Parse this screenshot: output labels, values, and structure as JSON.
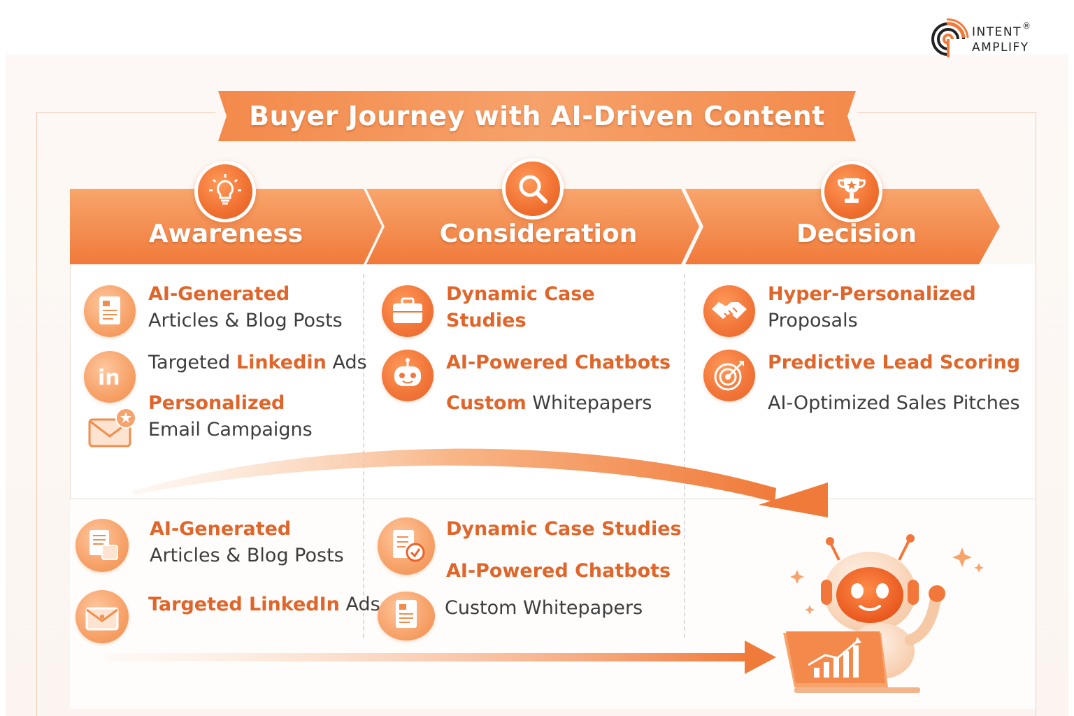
{
  "brand": {
    "line1": "INTENT",
    "line2": "AMPLIFY",
    "reg": "®"
  },
  "title": "Buyer Journey with AI-Driven Content",
  "stages": [
    {
      "label": "Awareness",
      "icon": "lightbulb-icon"
    },
    {
      "label": "Consideration",
      "icon": "magnifier-icon"
    },
    {
      "label": "Decision",
      "icon": "trophy-icon"
    }
  ],
  "top_items": {
    "awareness": [
      {
        "icon": "document-icon",
        "hl": "AI-Generated",
        "text": "Articles & Blog Posts"
      },
      {
        "icon": "linkedin-icon",
        "pre": "Targeted ",
        "hl": "Linkedin",
        "post": " Ads"
      },
      {
        "icon": "email-icon",
        "hl": "Personalized",
        "text": "Email Campaigns"
      }
    ],
    "consideration": [
      {
        "icon": "briefcase-icon",
        "hl1": "Dynamic Case",
        "hl2": "Studies"
      },
      {
        "icon": "chatbot-icon",
        "hl": "AI-Powered Chatbots"
      },
      {
        "hl": "Custom",
        "post": " Whitepapers"
      }
    ],
    "decision": [
      {
        "icon": "handshake-icon",
        "hl": "Hyper-Personalized",
        "text": "Proposals"
      },
      {
        "icon": "target-icon",
        "hl": "Predictive Lead Scoring"
      },
      {
        "text": "AI-Optimized Sales Pitches"
      }
    ]
  },
  "bottom_items": {
    "awareness": [
      {
        "icon": "documents-icon",
        "hl": "AI-Generated",
        "text": "Articles & Blog Posts"
      },
      {
        "icon": "envelope-icon",
        "hl": "Targeted LinkedIn",
        "post": " Ads"
      }
    ],
    "consideration": [
      {
        "icon": "checklist-icon",
        "hl": "Dynamic Case Studies"
      },
      {
        "hl": "AI-Powered Chatbots"
      },
      {
        "icon": "whitepaper-icon",
        "text": "Custom Whitepapers"
      }
    ]
  },
  "illustration": "robot-laptop-icon",
  "colors": {
    "accent": "#f07a3a",
    "accent_dark": "#e0652a",
    "text": "#3d3d3d"
  }
}
